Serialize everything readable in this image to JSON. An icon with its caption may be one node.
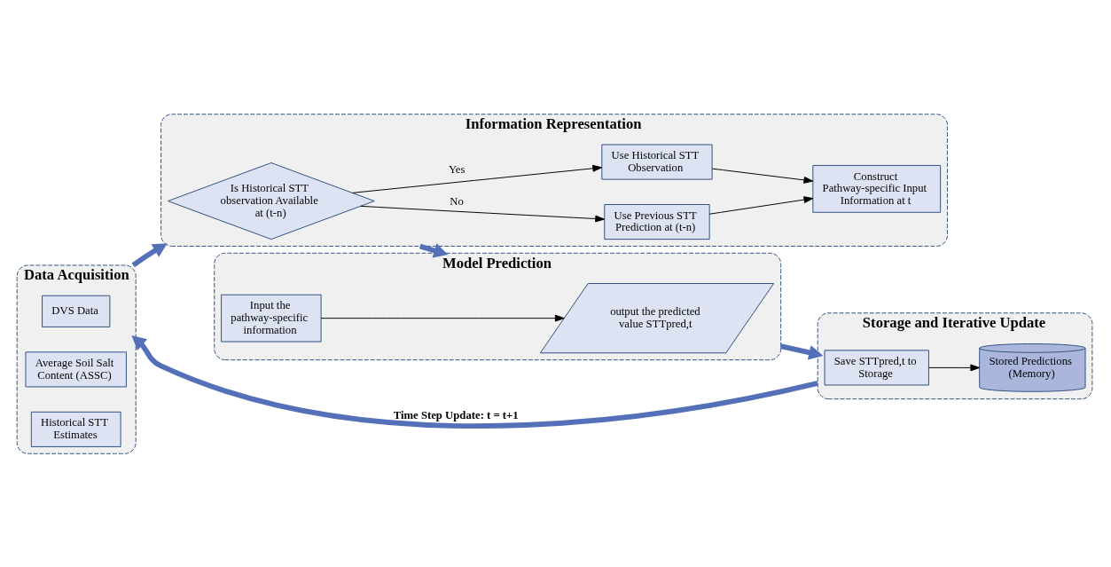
{
  "diagram": {
    "nodes": [
      {
        "text": [
          "Data Acquisition"
        ]
      },
      {
        "text": [
          "DVS Data"
        ],
        "in": 0
      },
      {
        "text": [
          "Average Soil Salt Content (ASSC)"
        ],
        "in": 0
      },
      {
        "text": [
          "Historical STT Estimates"
        ],
        "in": 0
      },
      {
        "text": [
          "Information Representation"
        ]
      },
      {
        "text": [
          "Is Historical STT observation Available at (t-n)"
        ],
        "in": 4
      },
      {
        "text": [
          "Use Previous STT Prediction at (t-n)"
        ],
        "in": 4
      },
      {
        "text": [
          "Use Historical STT Observation"
        ],
        "in": 4
      },
      {
        "text": [
          "Construct Pathway-specific Input Information at t"
        ],
        "in": 4
      },
      {
        "text": [
          "Model Prediction"
        ]
      },
      {
        "text": [
          "output the predicted value STTpred,t"
        ],
        "in": 9
      },
      {
        "text": [
          "Input the pathway-specific information"
        ],
        "in": 9
      },
      {
        "text": [
          "Storage and Iterative Update"
        ]
      },
      {
        "text": [
          "Save STTpred,t to Storage"
        ],
        "in": 12
      },
      {
        "text": [
          "Stored Predictions (Memory)"
        ],
        "in": 12
      }
    ],
    "edges": [
      {
        "from": 5,
        "to": 6,
        "arrow": "to",
        "label": "No"
      },
      {
        "from": 5,
        "to": 7,
        "arrow": "to",
        "label": "Yes"
      },
      {
        "from": 6,
        "to": 8,
        "arrow": "to"
      },
      {
        "from": 7,
        "to": 8,
        "arrow": "to"
      },
      {
        "from": 11,
        "to": 10,
        "arrow": "to"
      },
      {
        "from": 13,
        "to": 14,
        "arrow": "to"
      },
      {
        "from": 0,
        "to": 4,
        "arrow": "to",
        "style": "thick",
        "color": "#5470b8"
      },
      {
        "from": 4,
        "to": 9,
        "arrow": "to",
        "style": "thick",
        "color": "#5470b8"
      },
      {
        "from": 9,
        "to": 12,
        "arrow": "to",
        "style": "thick",
        "color": "#5470b8"
      },
      {
        "from": 12,
        "to": 0,
        "arrow": "to",
        "style": "thick",
        "color": "#5470b8",
        "label": "Time Step Update: t = t+1"
      }
    ]
  }
}
